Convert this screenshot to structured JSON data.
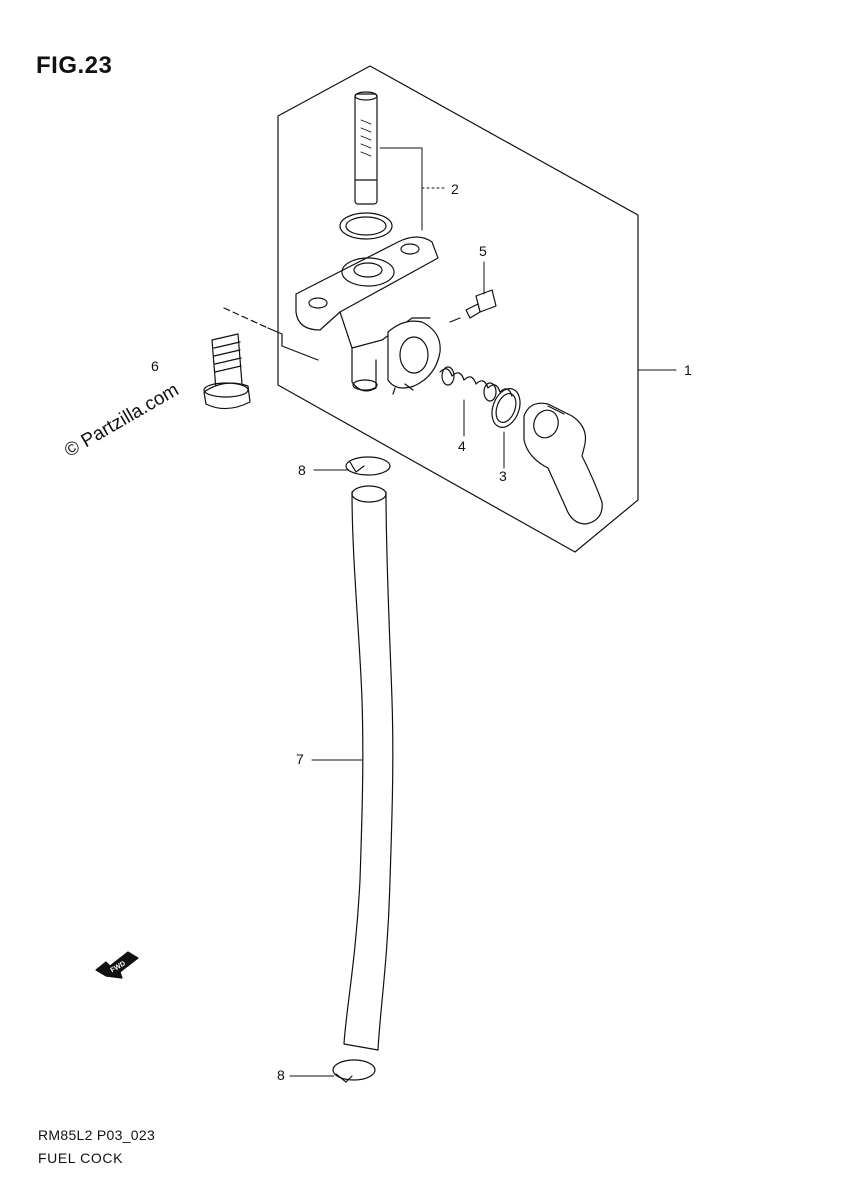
{
  "figure": {
    "title": "FIG.23"
  },
  "watermark": "© Partzilla.com",
  "callouts": [
    {
      "id": "1",
      "label": "1"
    },
    {
      "id": "2",
      "label": "2"
    },
    {
      "id": "3",
      "label": "3"
    },
    {
      "id": "4",
      "label": "4"
    },
    {
      "id": "5",
      "label": "5"
    },
    {
      "id": "6",
      "label": "6"
    },
    {
      "id": "7",
      "label": "7"
    },
    {
      "id": "8a",
      "label": "8"
    },
    {
      "id": "8b",
      "label": "8"
    }
  ],
  "fwd_badge": "FWD",
  "footer": {
    "code": "RM85L2 P03_023",
    "name": "FUEL COCK"
  },
  "colors": {
    "ink": "#111111",
    "background": "#ffffff"
  }
}
